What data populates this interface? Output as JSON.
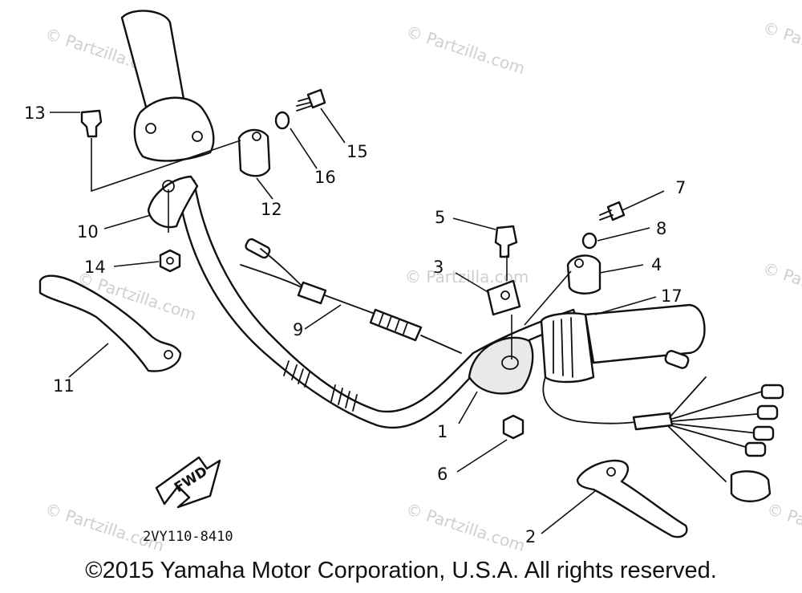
{
  "watermarks": [
    "© Partzilla.com",
    "© Partzilla.com",
    "© Partzilla.com",
    "© Partzilla.com",
    "© Partzilla.com",
    "© Partzilla.com",
    "© Partzilla.com",
    "© Partzilla.com",
    "© Partzilla.com"
  ],
  "callouts": [
    "1",
    "2",
    "3",
    "4",
    "5",
    "6",
    "7",
    "8",
    "9",
    "10",
    "11",
    "12",
    "13",
    "14",
    "15",
    "16",
    "17"
  ],
  "direction_label": "FWD",
  "diagram_code": "2VY110-8410",
  "copyright": "©2015 Yamaha Motor Corporation, U.S.A. All rights reserved."
}
